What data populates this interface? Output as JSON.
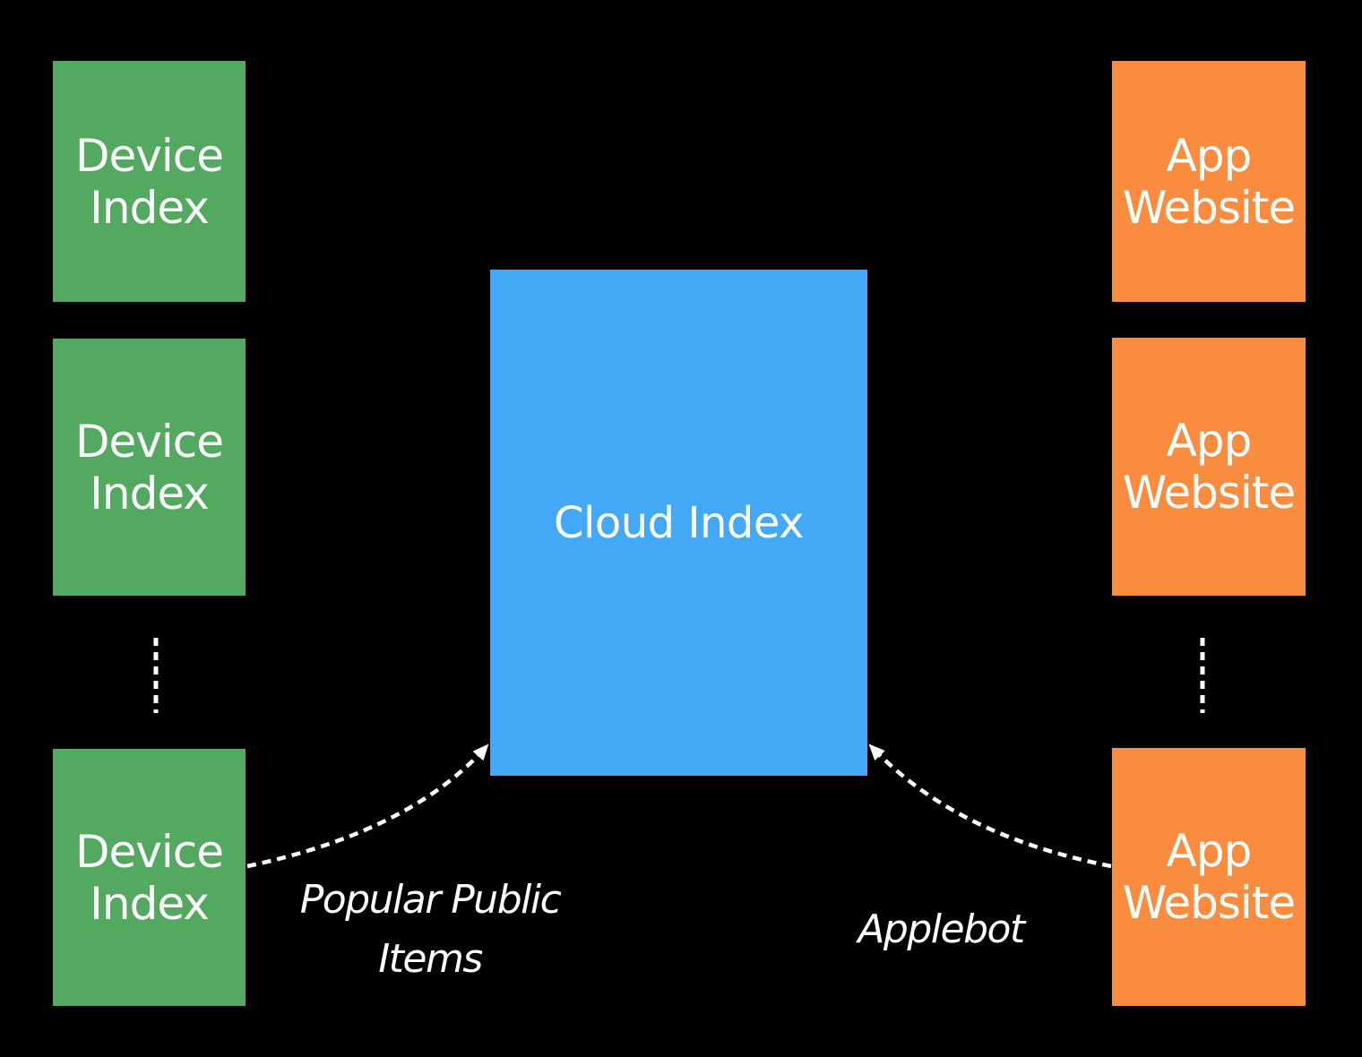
{
  "colors": {
    "background": "#000000",
    "device": "#52a95f",
    "website": "#f98c3e",
    "cloud": "#43a9f6",
    "text": "#ffffff",
    "arrow": "#ffffff"
  },
  "device_boxes": [
    {
      "line1": "Device",
      "line2": "Index"
    },
    {
      "line1": "Device",
      "line2": "Index"
    },
    {
      "line1": "Device",
      "line2": "Index"
    }
  ],
  "website_boxes": [
    {
      "line1": "App",
      "line2": "Website"
    },
    {
      "line1": "App",
      "line2": "Website"
    },
    {
      "line1": "App",
      "line2": "Website"
    }
  ],
  "cloud": {
    "label": "Cloud Index"
  },
  "labels": {
    "left_line1": "Popular Public",
    "left_line2": "Items",
    "right": "Applebot"
  }
}
